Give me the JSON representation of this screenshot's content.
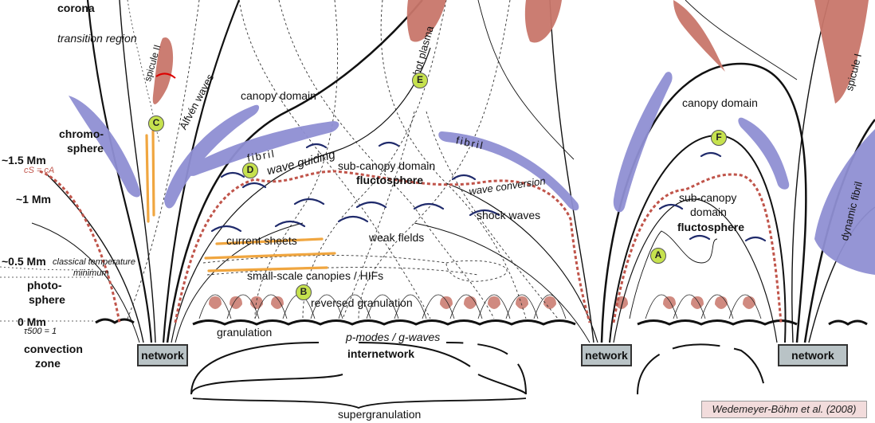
{
  "layers": {
    "corona": "corona",
    "transition_region": "transition region",
    "chromosphere_1": "chromo-",
    "chromosphere_2": "sphere",
    "photosphere_1": "photo-",
    "photosphere_2": "sphere",
    "convection_1": "convection",
    "convection_2": "zone"
  },
  "heights": {
    "h15": "~1.5 Mm",
    "h1": "~1 Mm",
    "h05": "~0.5 Mm",
    "h0": "0 Mm",
    "cs_ca": "cS = cA",
    "temp_min_1": "classical temperature",
    "temp_min_2": "minimum",
    "tau": "τ500 = 1"
  },
  "labels": {
    "spicule_ii": "spicule II",
    "alfven": "Alfvén waves",
    "canopy_left": "canopy domain",
    "hot_plasma": "hot plasma",
    "fibril_left": "fibril",
    "wave_guiding": "wave guiding",
    "subcanopy_left": "sub-canopy domain",
    "fluctosphere_left": "fluctosphere",
    "wave_conversion": "wave conversion",
    "fibril_mid": "fibril",
    "shock_waves": "shock waves",
    "weak_fields": "weak fields",
    "current_sheets": "current sheets",
    "small_scale": "small-scale canopies / HIFs",
    "reversed_granulation": "reversed granulation",
    "granulation": "granulation",
    "pmodes": "p-modes / g-waves",
    "internetwork": "internetwork",
    "supergranulation": "supergranulation",
    "canopy_right": "canopy domain",
    "subcanopy_right_1": "sub-canopy",
    "subcanopy_right_2": "domain",
    "fluctosphere_right": "fluctosphere",
    "spicule_i": "spicule I",
    "dynamic_fibril": "dynamic fibril"
  },
  "network_boxes": [
    "network",
    "network",
    "network"
  ],
  "badges": [
    "A",
    "B",
    "C",
    "D",
    "E",
    "F"
  ],
  "citation": "Wedemeyer-Böhm et al. (2008)",
  "colors": {
    "spicule": "#c8766a",
    "fibril": "#8f8fd3",
    "current_sheet": "#f0a640",
    "heat_line": "#c0544a",
    "shock_arc": "#1f2a6b",
    "badge": "#c6e24e",
    "network_box": "#b9c3c6",
    "citation_bg": "#f2dcdc"
  }
}
